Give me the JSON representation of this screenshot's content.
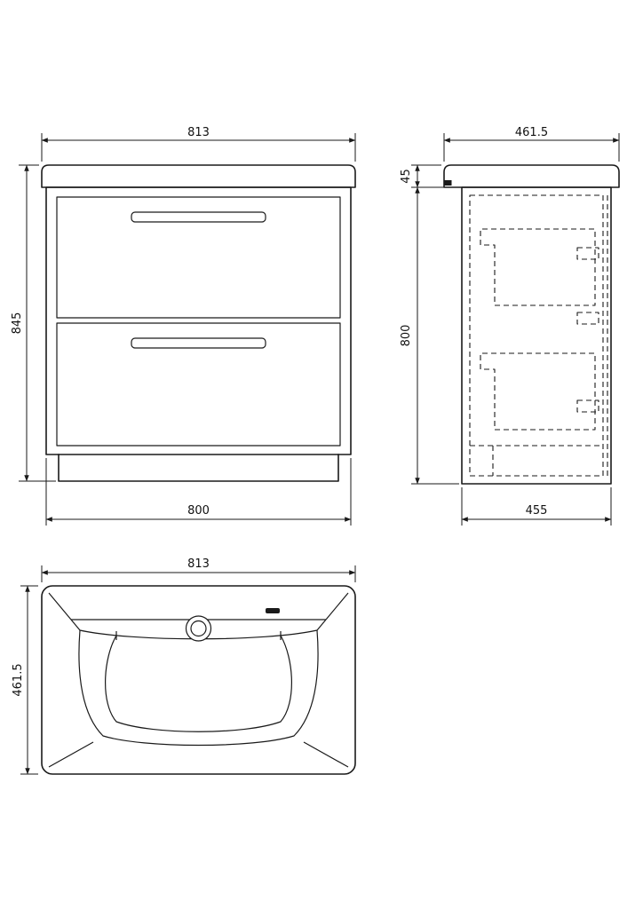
{
  "drawing": {
    "front_view": {
      "width_top": "813",
      "height_left": "845",
      "width_bottom": "800"
    },
    "side_view": {
      "depth_top": "461.5",
      "counter_height": "45",
      "cabinet_height": "800",
      "depth_bottom": "455"
    },
    "plan_view": {
      "width_top": "813",
      "depth_left": "461.5"
    },
    "style": {
      "line_color": "#1a1a1a",
      "background": "#ffffff"
    }
  }
}
